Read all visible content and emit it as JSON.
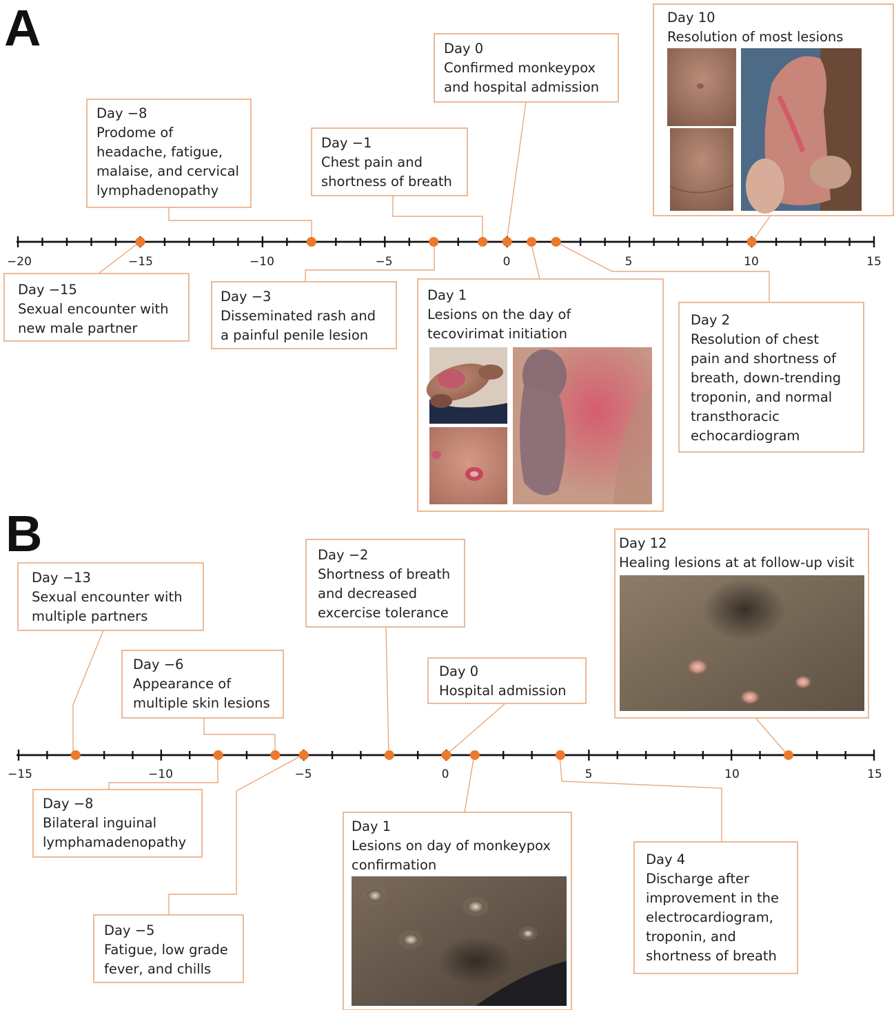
{
  "panels": [
    {
      "letter": "A",
      "axis": {
        "min": -20,
        "max": 15,
        "tick_labels": [
          "−20",
          "−15",
          "−10",
          "−5",
          "0",
          "5",
          "10",
          "15"
        ]
      },
      "events": [
        {
          "day": -15,
          "lines": [
            "Day −15",
            "Sexual encounter with",
            "new male partner"
          ]
        },
        {
          "day": -8,
          "lines": [
            "Day −8",
            "Prodome of",
            "headache, fatigue,",
            "malaise, and cervical",
            "lymphadenopathy"
          ]
        },
        {
          "day": -3,
          "lines": [
            "Day −3",
            "Disseminated rash and",
            "a painful penile lesion"
          ]
        },
        {
          "day": -1,
          "lines": [
            "Day −1",
            "Chest pain and",
            "shortness of breath"
          ]
        },
        {
          "day": 0,
          "lines": [
            "Day 0",
            "Confirmed monkeypox",
            "and hospital admission"
          ]
        },
        {
          "day": 1,
          "lines": [
            "Day 1",
            "Lesions on the day of",
            "tecovirimat initiation"
          ],
          "photos": 3
        },
        {
          "day": 2,
          "lines": [
            "Day 2",
            "Resolution of chest",
            "pain and shortness of",
            "breath, down-trending",
            "troponin, and normal",
            "transthoracic",
            "echocardiogram"
          ]
        },
        {
          "day": 10,
          "lines": [
            "Day 10",
            "Resolution of most lesions"
          ],
          "photos": 3
        }
      ]
    },
    {
      "letter": "B",
      "axis": {
        "min": -15,
        "max": 15,
        "tick_labels": [
          "−15",
          "−10",
          "−5",
          "0",
          "5",
          "10",
          "15"
        ]
      },
      "events": [
        {
          "day": -13,
          "lines": [
            "Day −13",
            "Sexual encounter with",
            "multiple partners"
          ]
        },
        {
          "day": -8,
          "lines": [
            "Day −8",
            "Bilateral inguinal",
            "lymphamadenopathy"
          ]
        },
        {
          "day": -6,
          "lines": [
            "Day −6",
            "Appearance of",
            "multiple skin lesions"
          ]
        },
        {
          "day": -5,
          "lines": [
            "Day −5",
            "Fatigue, low grade",
            "fever, and chills"
          ]
        },
        {
          "day": -2,
          "lines": [
            "Day −2",
            "Shortness of breath",
            "and decreased",
            "excercise tolerance"
          ]
        },
        {
          "day": 0,
          "lines": [
            "Day 0",
            "Hospital admission"
          ]
        },
        {
          "day": 1,
          "lines": [
            "Day 1",
            "Lesions on day of monkeypox",
            "confirmation"
          ],
          "photos": 1
        },
        {
          "day": 4,
          "lines": [
            "Day 4",
            "Discharge after",
            "improvement in the",
            "electrocardiogram,",
            "troponin, and",
            "shortness of breath"
          ]
        },
        {
          "day": 12,
          "lines": [
            "Day 12",
            "Healing lesions at at follow-up visit"
          ],
          "photos": 1
        }
      ]
    }
  ],
  "colors": {
    "accent": "#ec7a2a",
    "leader": "#e8a87c",
    "axis": "#111111"
  }
}
